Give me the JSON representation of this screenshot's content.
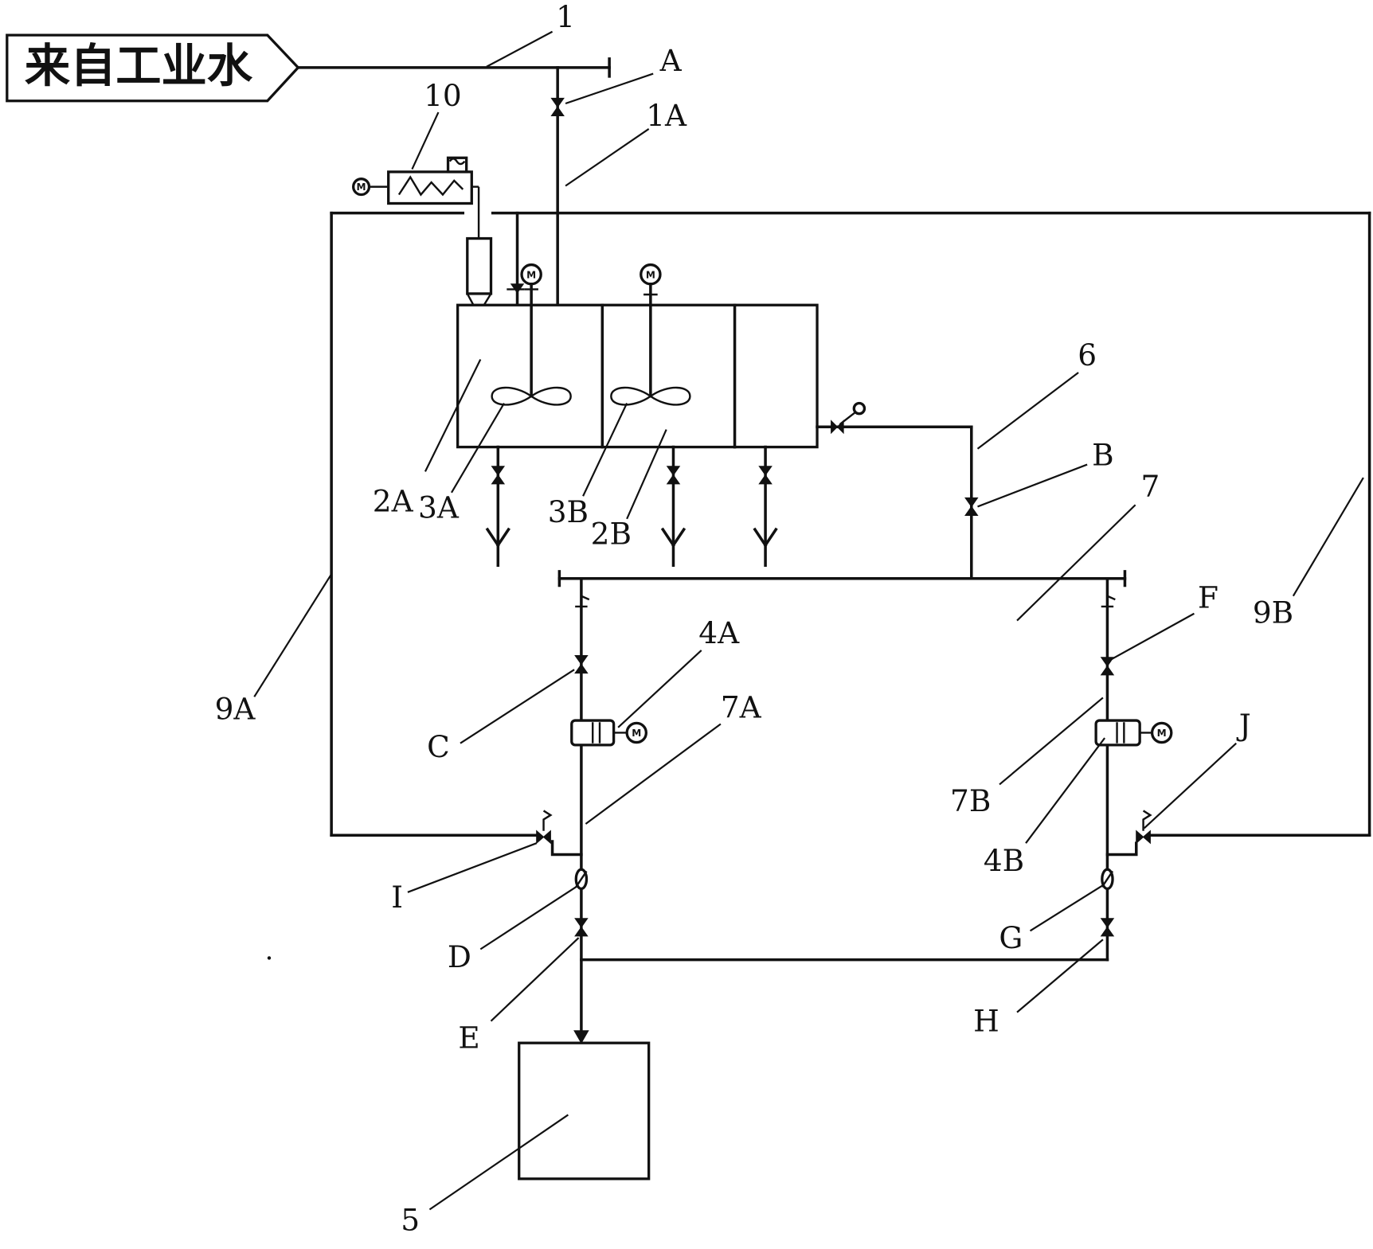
{
  "source_label": "来自工业水",
  "motor_letter": "M",
  "labels": {
    "1": "1",
    "A": "A",
    "10": "10",
    "1A": "1A",
    "2A": "2A",
    "3A": "3A",
    "3B": "3B",
    "2B": "2B",
    "6": "6",
    "B": "B",
    "7": "7",
    "F": "F",
    "9B": "9B",
    "4A": "4A",
    "7A": "7A",
    "C": "C",
    "9A": "9A",
    "J": "J",
    "7B": "7B",
    "4B": "4B",
    "I": "I",
    "D": "D",
    "G": "G",
    "E": "E",
    "H": "H",
    "5": "5"
  }
}
